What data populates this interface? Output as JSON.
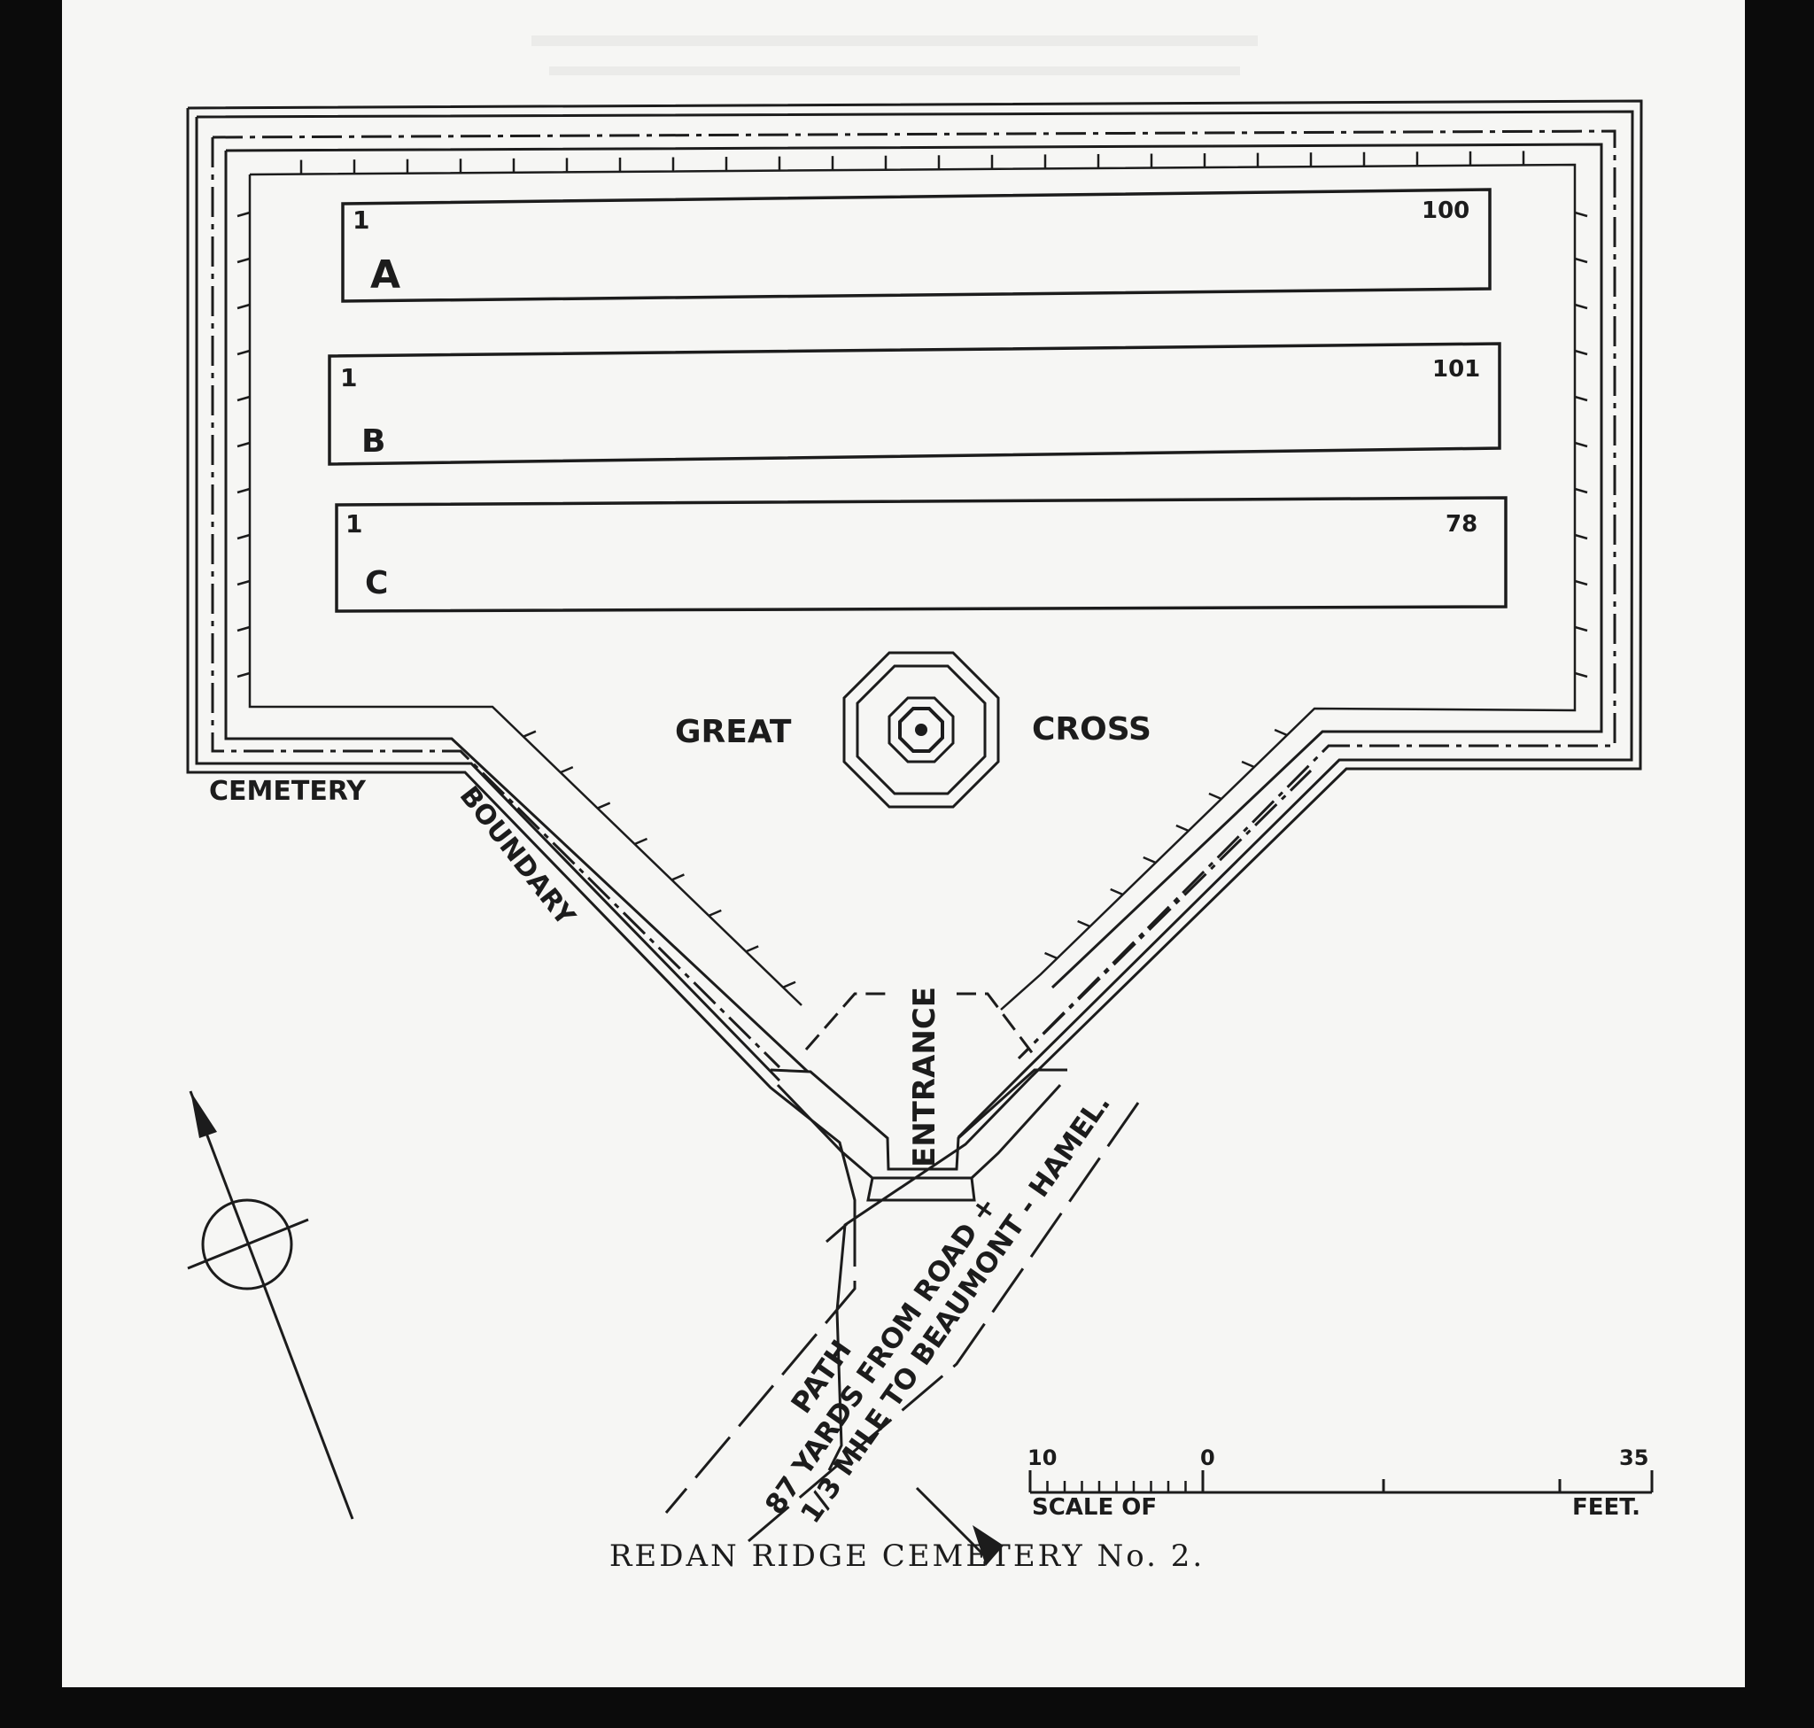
{
  "plan": {
    "rows": [
      {
        "letter": "A",
        "first": "1",
        "last": "100"
      },
      {
        "letter": "B",
        "first": "1",
        "last": "101"
      },
      {
        "letter": "C",
        "first": "1",
        "last": "78"
      }
    ],
    "monument_left": "GREAT",
    "monument_right": "CROSS",
    "boundary_left": "CEMETERY",
    "boundary_right": "BOUNDARY",
    "entrance": "ENTRANCE",
    "road_line1": "87 YARDS FROM ROAD +",
    "road_line2": "1/3 MILE TO BEAUMONT - HAMEL.",
    "path": "PATH"
  },
  "scale": {
    "ticks": [
      "10",
      "0",
      "35"
    ],
    "caption_left": "SCALE OF",
    "caption_right": "FEET."
  },
  "title": "REDAN RIDGE CEMETERY No. 2."
}
